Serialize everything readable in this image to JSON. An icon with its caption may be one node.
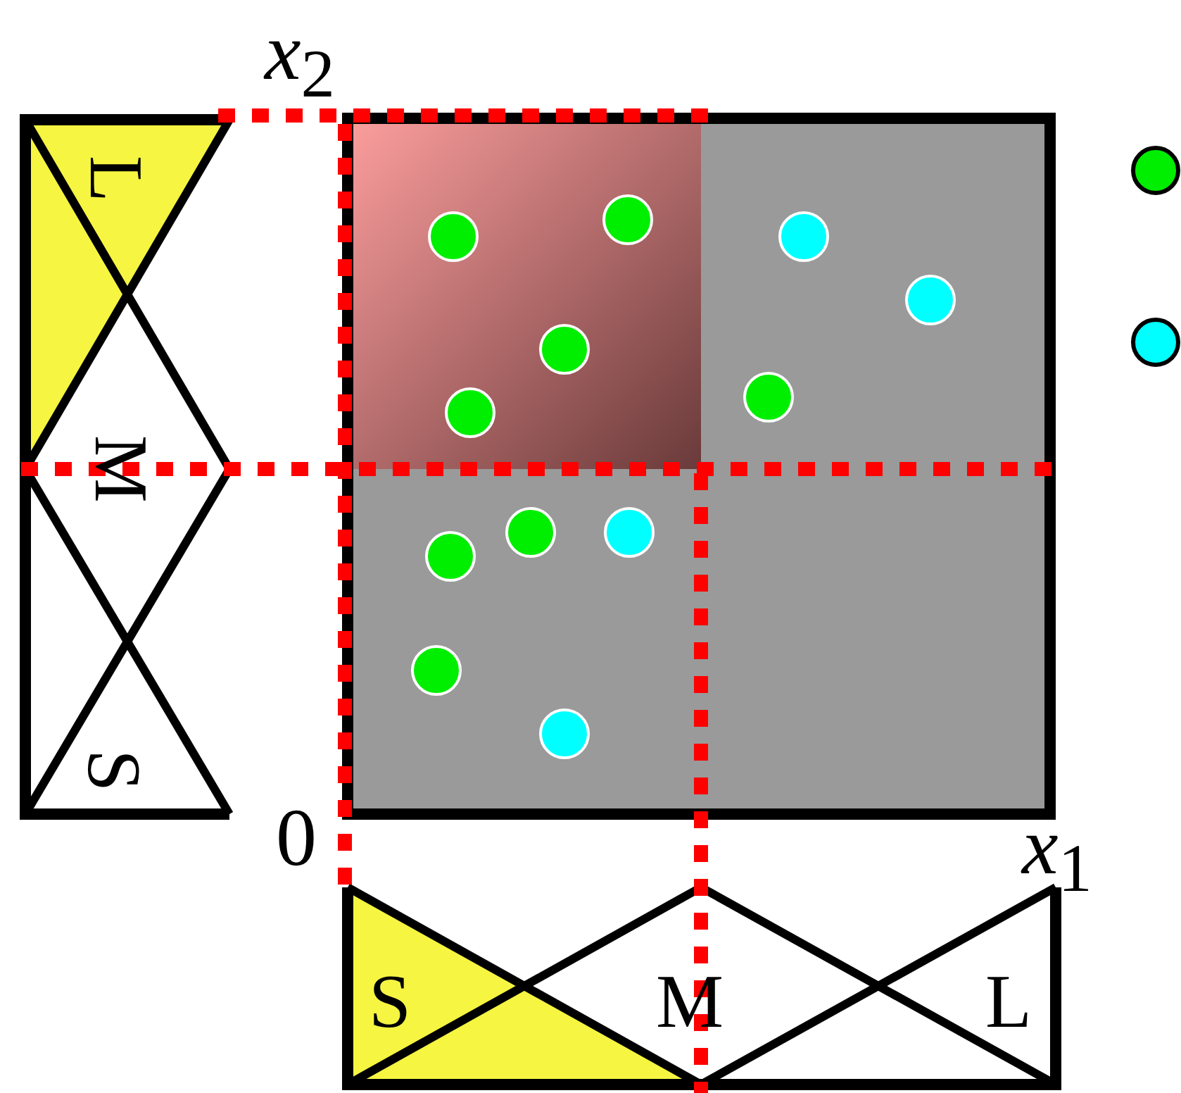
{
  "diagram": {
    "labels": [
      "*x*$_{2}$",
      "L",
      "M",
      "S",
      "0",
      "*x*$_{1}$",
      "S",
      "M",
      "L"
    ]
  }
}
